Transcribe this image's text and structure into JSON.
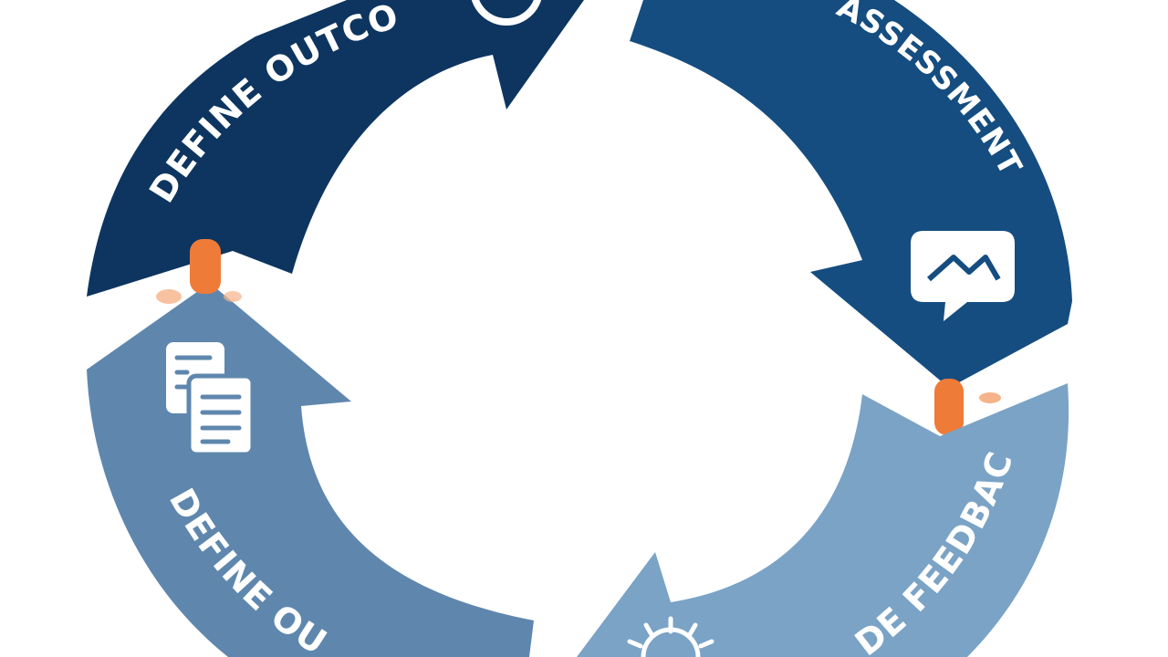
{
  "diagram": {
    "steps": [
      {
        "label": "DEFINE OUTCO",
        "color": "#0d3560",
        "icon": "circle-icon"
      },
      {
        "label": "ASSESSMENT",
        "color": "#154d80",
        "icon": "message-icon"
      },
      {
        "label": "DE FEEDBACK",
        "color": "#7aa3c6",
        "icon": "lightbulb-icon"
      },
      {
        "label": "DEFINE OUT",
        "color": "#5f87ae",
        "icon": "documents-icon"
      }
    ],
    "connector_color": "#ef7b38"
  }
}
